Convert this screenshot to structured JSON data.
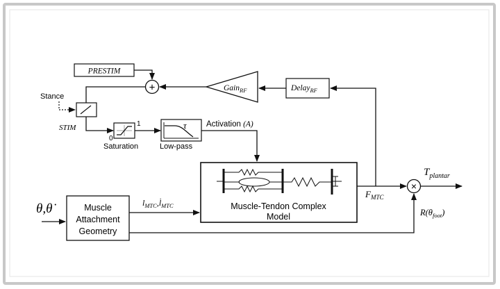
{
  "nodes": {
    "prestim": "PRESTIM",
    "stance": "Stance",
    "stim": "STIM",
    "saturation": "Saturation",
    "sat_lo": "0",
    "sat_hi": "1",
    "lowpass": "Low-pass",
    "tau": "τ",
    "activation": "Activation",
    "activation_sym": "(A)",
    "gain_base": "Gain",
    "gain_sub": "RF",
    "delay_base": "Delay",
    "delay_sub": "RF",
    "mtc_line1": "Muscle-Tendon Complex",
    "mtc_line2": "Model",
    "geom_line1": "Muscle",
    "geom_line2": "Attachment",
    "geom_line3": "Geometry",
    "plus": "+",
    "times": "×"
  },
  "signals": {
    "theta_in": "θ,θ̇",
    "lmtc_l": "l",
    "lmtc_sub": "MTC",
    "comma": ",",
    "lmtc_dot": "l̇",
    "fmtc_base": "F",
    "fmtc_sub": "MTC",
    "tplantar_base": "T",
    "tplantar_sub": "plantar",
    "r_base": "R(θ",
    "r_sub": "foot",
    "r_close": ")"
  },
  "colors": {
    "frame": "#c8c8c8",
    "ink": "#111111",
    "spring": "#333333"
  }
}
